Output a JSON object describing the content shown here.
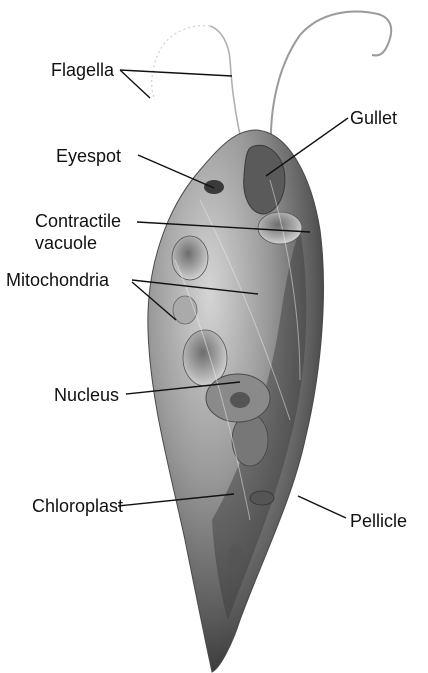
{
  "labels": {
    "flagella": "Flagella",
    "gullet": "Gullet",
    "eyespot": "Eyespot",
    "contractile_vacuole_line1": "Contractile",
    "contractile_vacuole_line2": "vacuole",
    "mitochondria": "Mitochondria",
    "nucleus": "Nucleus",
    "chloroplast": "Chloroplast",
    "pellicle": "Pellicle"
  },
  "colors": {
    "background": "#ffffff",
    "text": "#111111",
    "body_fill": "#8e8e8e",
    "body_shadow": "#3e3e3e",
    "highlight": "#cfcfcf"
  }
}
